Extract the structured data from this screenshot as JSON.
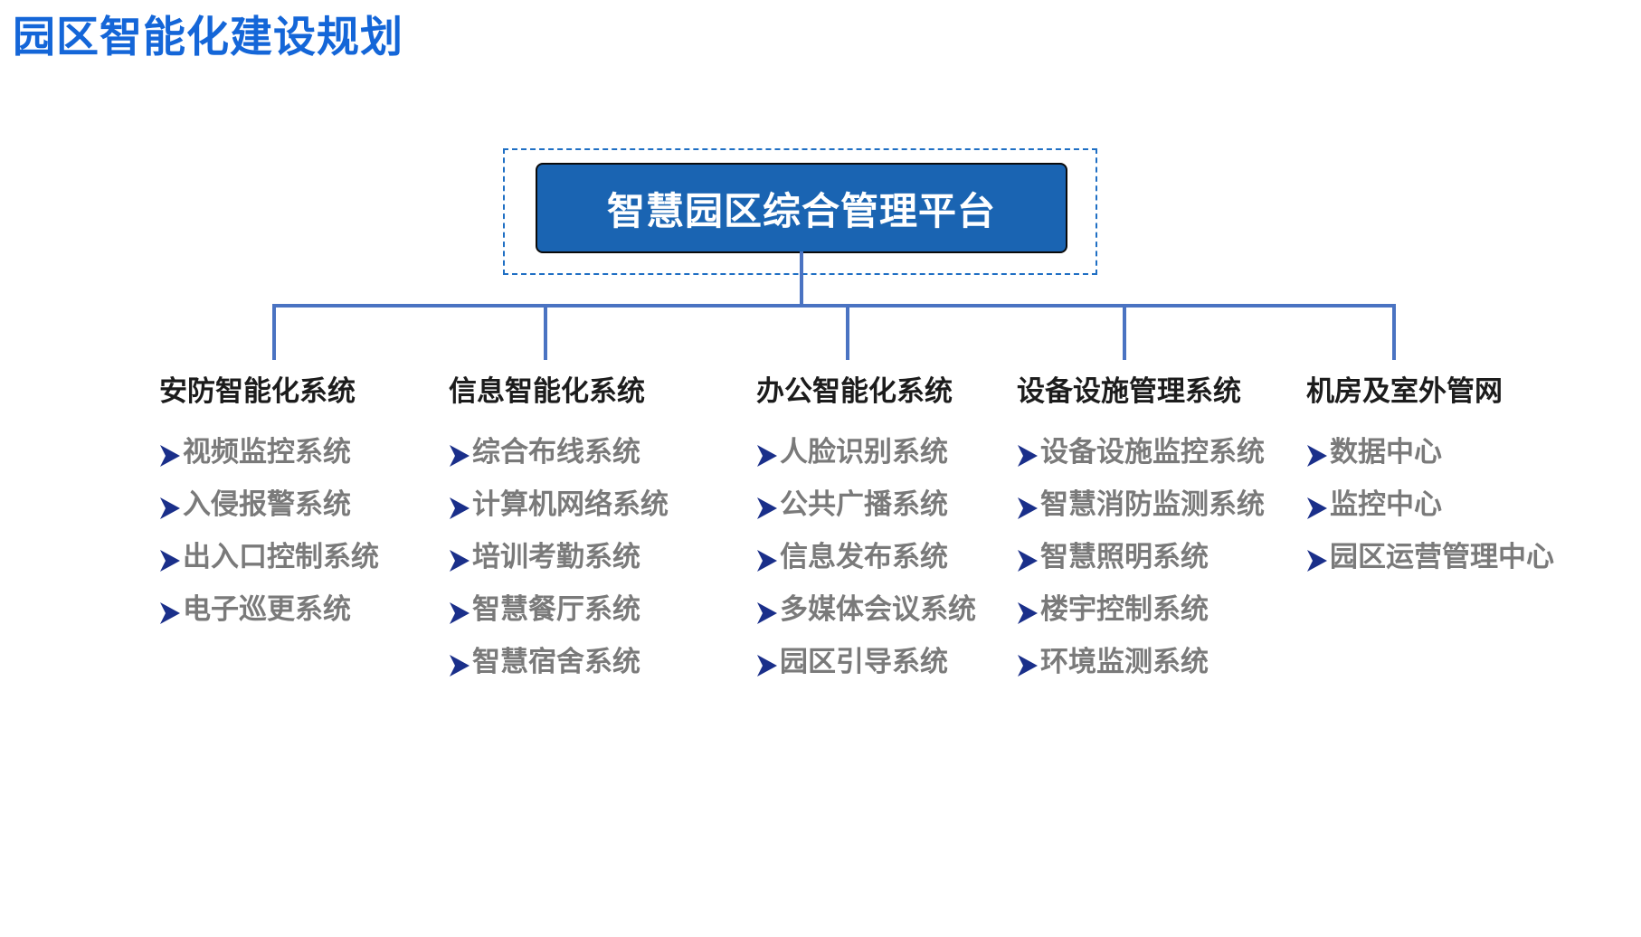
{
  "page": {
    "title": "园区智能化建设规划"
  },
  "root": {
    "label": "智慧园区综合管理平台"
  },
  "colors": {
    "title": "#1466d8",
    "root_fill": "#1a64b2",
    "connector": "#4a73c2",
    "dashed_outline": "#1f6fc4",
    "branch_title": "#1c1c1c",
    "item_text": "#7a7a7a",
    "arrow": "#1a2f8a"
  },
  "branches": [
    {
      "title": "安防智能化系统",
      "items": [
        "视频监控系统",
        "入侵报警系统",
        "出入口控制系统",
        "电子巡更系统"
      ]
    },
    {
      "title": "信息智能化系统",
      "items": [
        "综合布线系统",
        "计算机网络系统",
        "培训考勤系统",
        "智慧餐厅系统",
        "智慧宿舍系统"
      ]
    },
    {
      "title": "办公智能化系统",
      "items": [
        "人脸识别系统",
        "公共广播系统",
        "信息发布系统",
        "多媒体会议系统",
        "园区引导系统"
      ]
    },
    {
      "title": "设备设施管理系统",
      "items": [
        "设备设施监控系统",
        "智慧消防监测系统",
        "智慧照明系统",
        "楼宇控制系统",
        "环境监测系统"
      ]
    },
    {
      "title": "机房及室外管网",
      "items": [
        "数据中心",
        "监控中心",
        "园区运营管理中心"
      ]
    }
  ],
  "item_icon": "right-arrow-icon"
}
